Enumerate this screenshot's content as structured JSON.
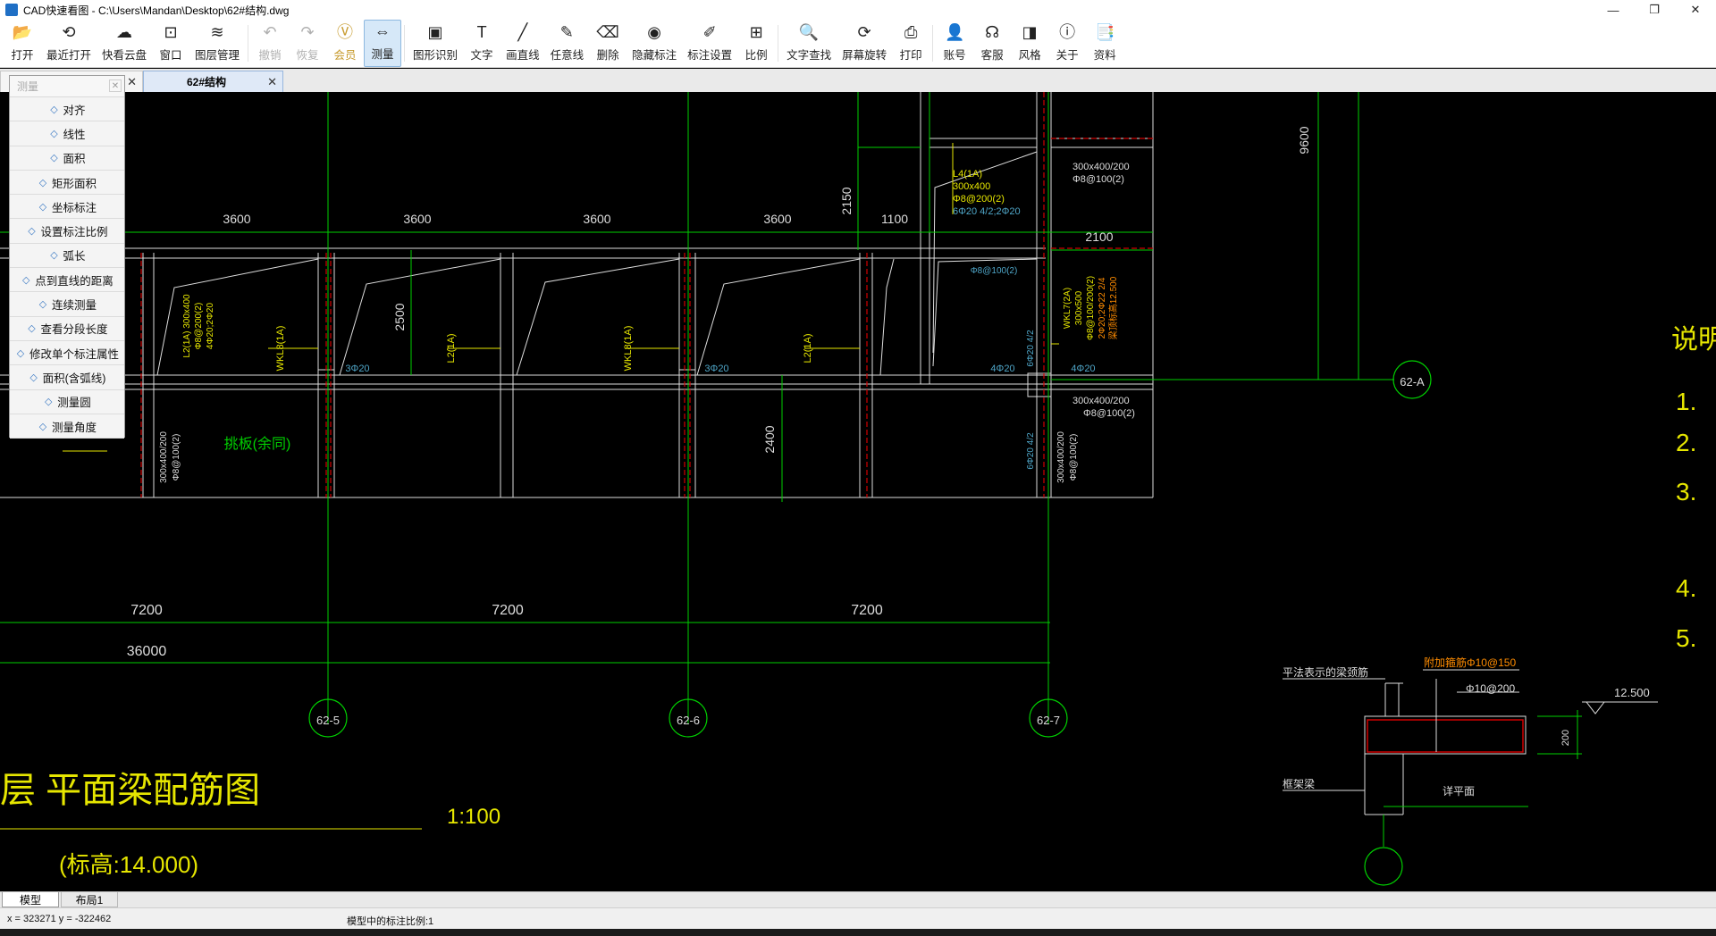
{
  "window": {
    "title": "CAD快速看图 - C:\\Users\\Mandan\\Desktop\\62#结构.dwg",
    "minimize": "—",
    "restore": "❐",
    "close": "✕"
  },
  "toolbar": {
    "items": [
      {
        "label": "打开",
        "icon": "folder-open-icon",
        "glyph": "📂"
      },
      {
        "label": "最近打开",
        "icon": "history-icon",
        "glyph": "⟲"
      },
      {
        "label": "快看云盘",
        "icon": "cloud-icon",
        "glyph": "☁"
      },
      {
        "label": "窗口",
        "icon": "window-icon",
        "glyph": "⊡"
      },
      {
        "label": "图层管理",
        "icon": "layers-icon",
        "glyph": "≋"
      },
      {
        "label": "撤销",
        "icon": "undo-icon",
        "glyph": "↶"
      },
      {
        "label": "恢复",
        "icon": "redo-icon",
        "glyph": "↷"
      },
      {
        "label": "会员",
        "icon": "vip-icon",
        "glyph": "Ⓥ"
      },
      {
        "label": "测量",
        "icon": "measure-icon",
        "glyph": "⇔"
      },
      {
        "label": "图形识别",
        "icon": "shape-recognition-icon",
        "glyph": "▣"
      },
      {
        "label": "文字",
        "icon": "text-icon",
        "glyph": "T"
      },
      {
        "label": "画直线",
        "icon": "line-icon",
        "glyph": "╱"
      },
      {
        "label": "任意线",
        "icon": "freehand-line-icon",
        "glyph": "✎"
      },
      {
        "label": "删除",
        "icon": "eraser-icon",
        "glyph": "⌫"
      },
      {
        "label": "隐藏标注",
        "icon": "hide-annotation-icon",
        "glyph": "◉"
      },
      {
        "label": "标注设置",
        "icon": "annotation-settings-icon",
        "glyph": "✐"
      },
      {
        "label": "比例",
        "icon": "scale-icon",
        "glyph": "⊞"
      },
      {
        "label": "文字查找",
        "icon": "text-search-icon",
        "glyph": "🔍"
      },
      {
        "label": "屏幕旋转",
        "icon": "rotate-screen-icon",
        "glyph": "⟳"
      },
      {
        "label": "打印",
        "icon": "printer-icon",
        "glyph": "⎙"
      },
      {
        "label": "账号",
        "icon": "account-icon",
        "glyph": "👤"
      },
      {
        "label": "客服",
        "icon": "headset-icon",
        "glyph": "☊"
      },
      {
        "label": "风格",
        "icon": "style-icon",
        "glyph": "◨"
      },
      {
        "label": "关于",
        "icon": "info-icon",
        "glyph": "ⓘ"
      },
      {
        "label": "资料",
        "icon": "documents-icon",
        "glyph": "📑"
      }
    ]
  },
  "tabs": [
    {
      "label": "62#结构",
      "close": "✕"
    }
  ],
  "measure_panel": {
    "title": "测量",
    "close": "✕",
    "items": [
      "对齐",
      "线性",
      "面积",
      "矩形面积",
      "坐标标注",
      "设置标注比例",
      "弧长",
      "点到直线的距离",
      "连续测量",
      "查看分段长度",
      "修改单个标注属性",
      "面积(含弧线)",
      "测量圆",
      "测量角度"
    ]
  },
  "drawing": {
    "title": "层  平面梁配筋图",
    "scale": "1:100",
    "elevation": "(标高:14.000)",
    "notes_title": "说明:",
    "note_numbers": [
      "1.",
      "2.",
      "3.",
      "4.",
      "5."
    ],
    "dims_top": [
      "3600",
      "3600",
      "3600",
      "3600",
      "1100"
    ],
    "dims_bottom": [
      "7200",
      "7200",
      "7200"
    ],
    "dim_total": "36000",
    "dim_2150": "2150",
    "dim_2100": "2100",
    "dim_2500": "2500",
    "dim_2400": "2400",
    "dim_9600": "9600",
    "axes": [
      "62-5",
      "62-6",
      "62-7",
      "62-A"
    ],
    "beam_labels": [
      "WKL8(1A)",
      "WKL8(1A)",
      "L2(1A)",
      "L2(1A)",
      "WKL7(2A)"
    ],
    "l2_annot": [
      "L2(1A) 300x400",
      "Φ8@200(2)",
      "4Φ20;2Φ20"
    ],
    "l4_annot": [
      "L4(1A)",
      "300x400",
      "Φ8@200(2)",
      "6Φ20 4/2;2Φ20"
    ],
    "beam_sizes": [
      "300x400/200",
      "Φ8@100(2)"
    ],
    "rebars": [
      "3Φ20",
      "3Φ20",
      "4Φ20",
      "4Φ20",
      "6Φ20 4/2",
      "6Φ20 4/2",
      "Φ8@100(2)"
    ],
    "slab_label": "挑板(余同)",
    "wkl7_annot": [
      "WKL7(2A)",
      "300x500",
      "Φ8@100/200(2)",
      "2Φ20;2Φ22 2/4",
      "梁顶标高12.500"
    ],
    "section": {
      "label_top_left": "平法表示的梁颈筋",
      "label_top_right": "附加箍筋Φ10@150",
      "label_rebar": "Φ10@200",
      "label_elev": "12.500",
      "label_height": "200",
      "label_bottom_left": "框架梁",
      "label_bottom_mid": "详平面"
    }
  },
  "layout_tabs": [
    "模型",
    "布局1"
  ],
  "status": {
    "coords": "x = 323271  y = -322462",
    "scale_text": "模型中的标注比例:1"
  },
  "colors": {
    "green": "#00d000",
    "yellow": "#e6e600",
    "white": "#dddddd",
    "red": "#d00000",
    "cyan": "#4fa6c8",
    "orange": "#ff8c00",
    "accent": "#d6e8f8"
  }
}
